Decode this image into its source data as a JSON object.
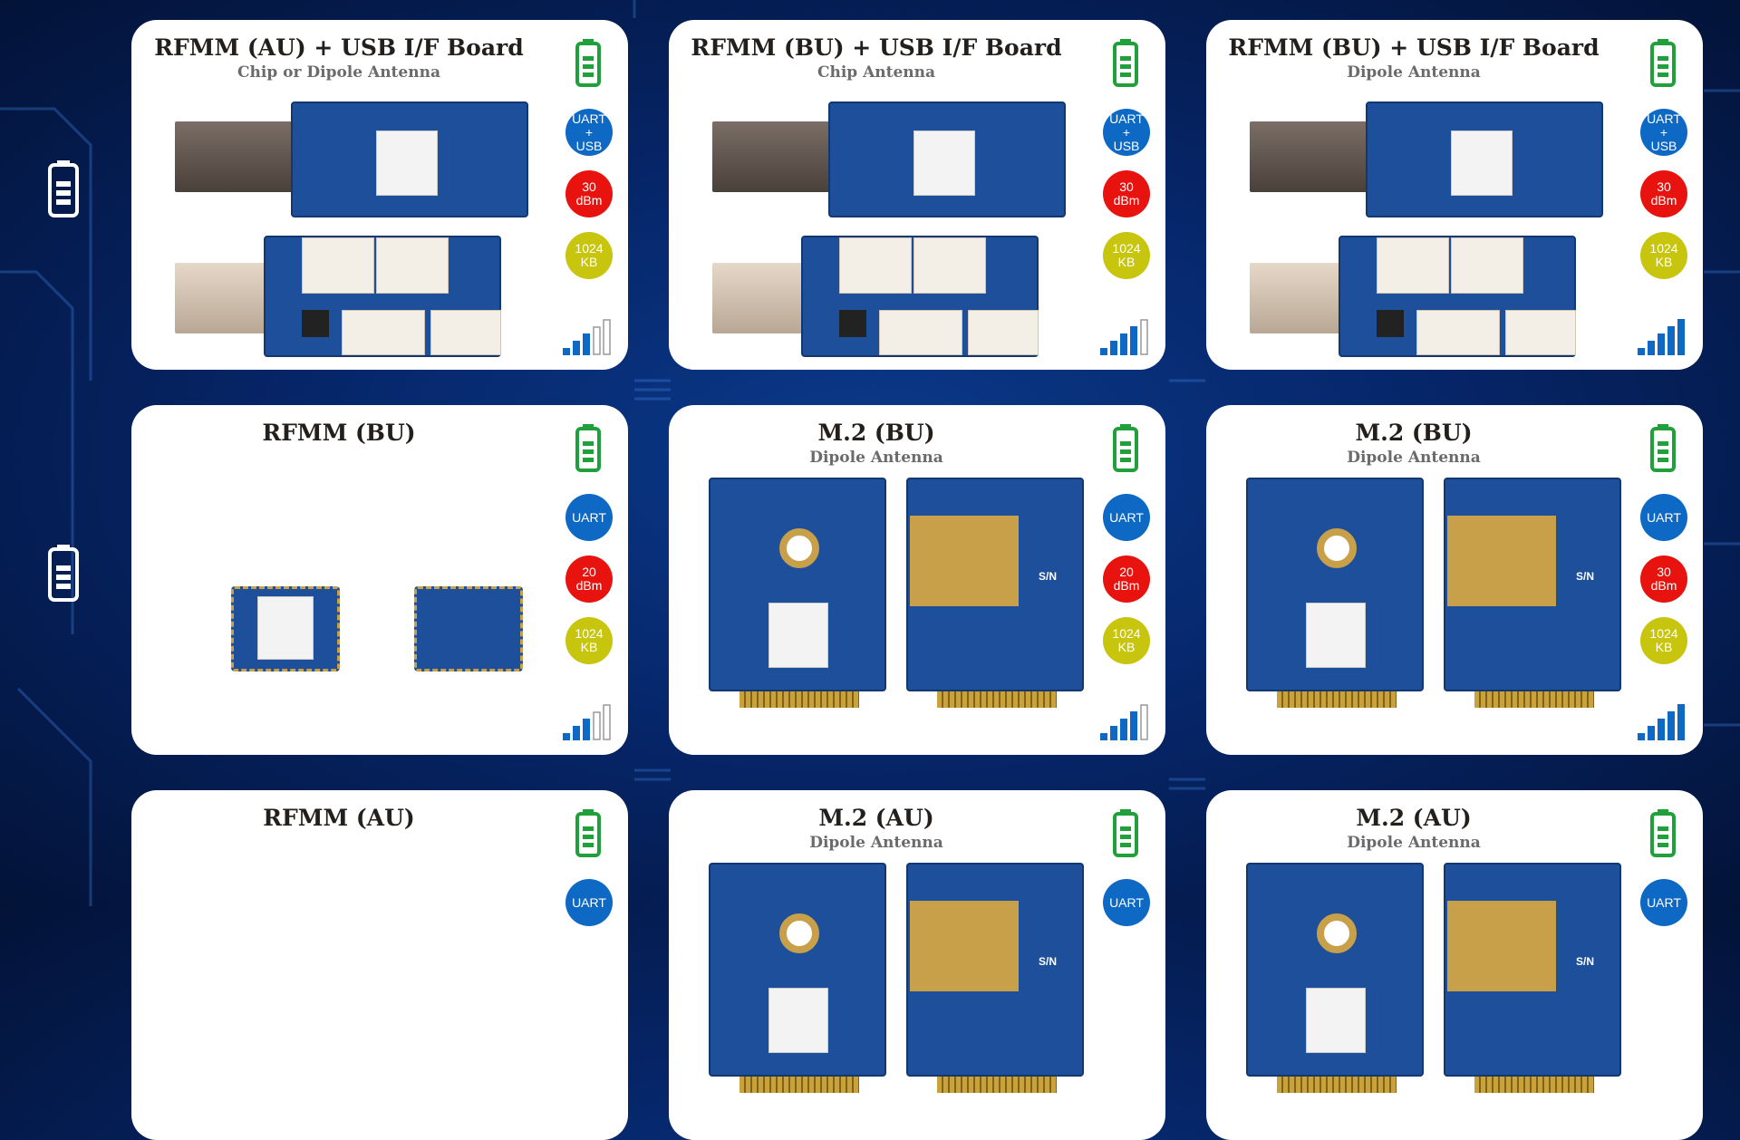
{
  "colors": {
    "interface": "#0d69c4",
    "power": "#e8130f",
    "memory": "#c8c50e",
    "battery": "#1fa03a",
    "signal": "#0d69c4"
  },
  "cards": [
    {
      "title": "RFMM (AU) + USB I/F Board",
      "subtitle": "Chip or Dipole Antenna",
      "interface": "UART\n+\nUSB",
      "power": "30\ndBm",
      "memory": "1024\nKB",
      "signal_level": 3,
      "signal_max": 5,
      "board": "usb"
    },
    {
      "title": "RFMM (BU) + USB I/F Board",
      "subtitle": "Chip Antenna",
      "interface": "UART\n+\nUSB",
      "power": "30\ndBm",
      "memory": "1024\nKB",
      "signal_level": 4,
      "signal_max": 5,
      "board": "usb"
    },
    {
      "title": "RFMM (BU) + USB I/F Board",
      "subtitle": "Dipole Antenna",
      "interface": "UART\n+\nUSB",
      "power": "30\ndBm",
      "memory": "1024\nKB",
      "signal_level": 5,
      "signal_max": 5,
      "board": "usb"
    },
    {
      "title": "RFMM (BU)",
      "subtitle": "",
      "interface": "UART",
      "power": "20\ndBm",
      "memory": "1024\nKB",
      "signal_level": 3,
      "signal_max": 5,
      "board": "chip"
    },
    {
      "title": "M.2 (BU)",
      "subtitle": "Dipole Antenna",
      "interface": "UART",
      "power": "20\ndBm",
      "memory": "1024\nKB",
      "signal_level": 4,
      "signal_max": 5,
      "board": "m2"
    },
    {
      "title": "M.2 (BU)",
      "subtitle": "Dipole Antenna",
      "interface": "UART",
      "power": "30\ndBm",
      "memory": "1024\nKB",
      "signal_level": 5,
      "signal_max": 5,
      "board": "m2"
    },
    {
      "title": "RFMM (AU)",
      "subtitle": "",
      "interface": "UART",
      "board": "none"
    },
    {
      "title": "M.2 (AU)",
      "subtitle": "Dipole Antenna",
      "interface": "UART",
      "board": "m2"
    },
    {
      "title": "M.2 (AU)",
      "subtitle": "Dipole Antenna",
      "interface": "UART",
      "board": "m2"
    }
  ]
}
